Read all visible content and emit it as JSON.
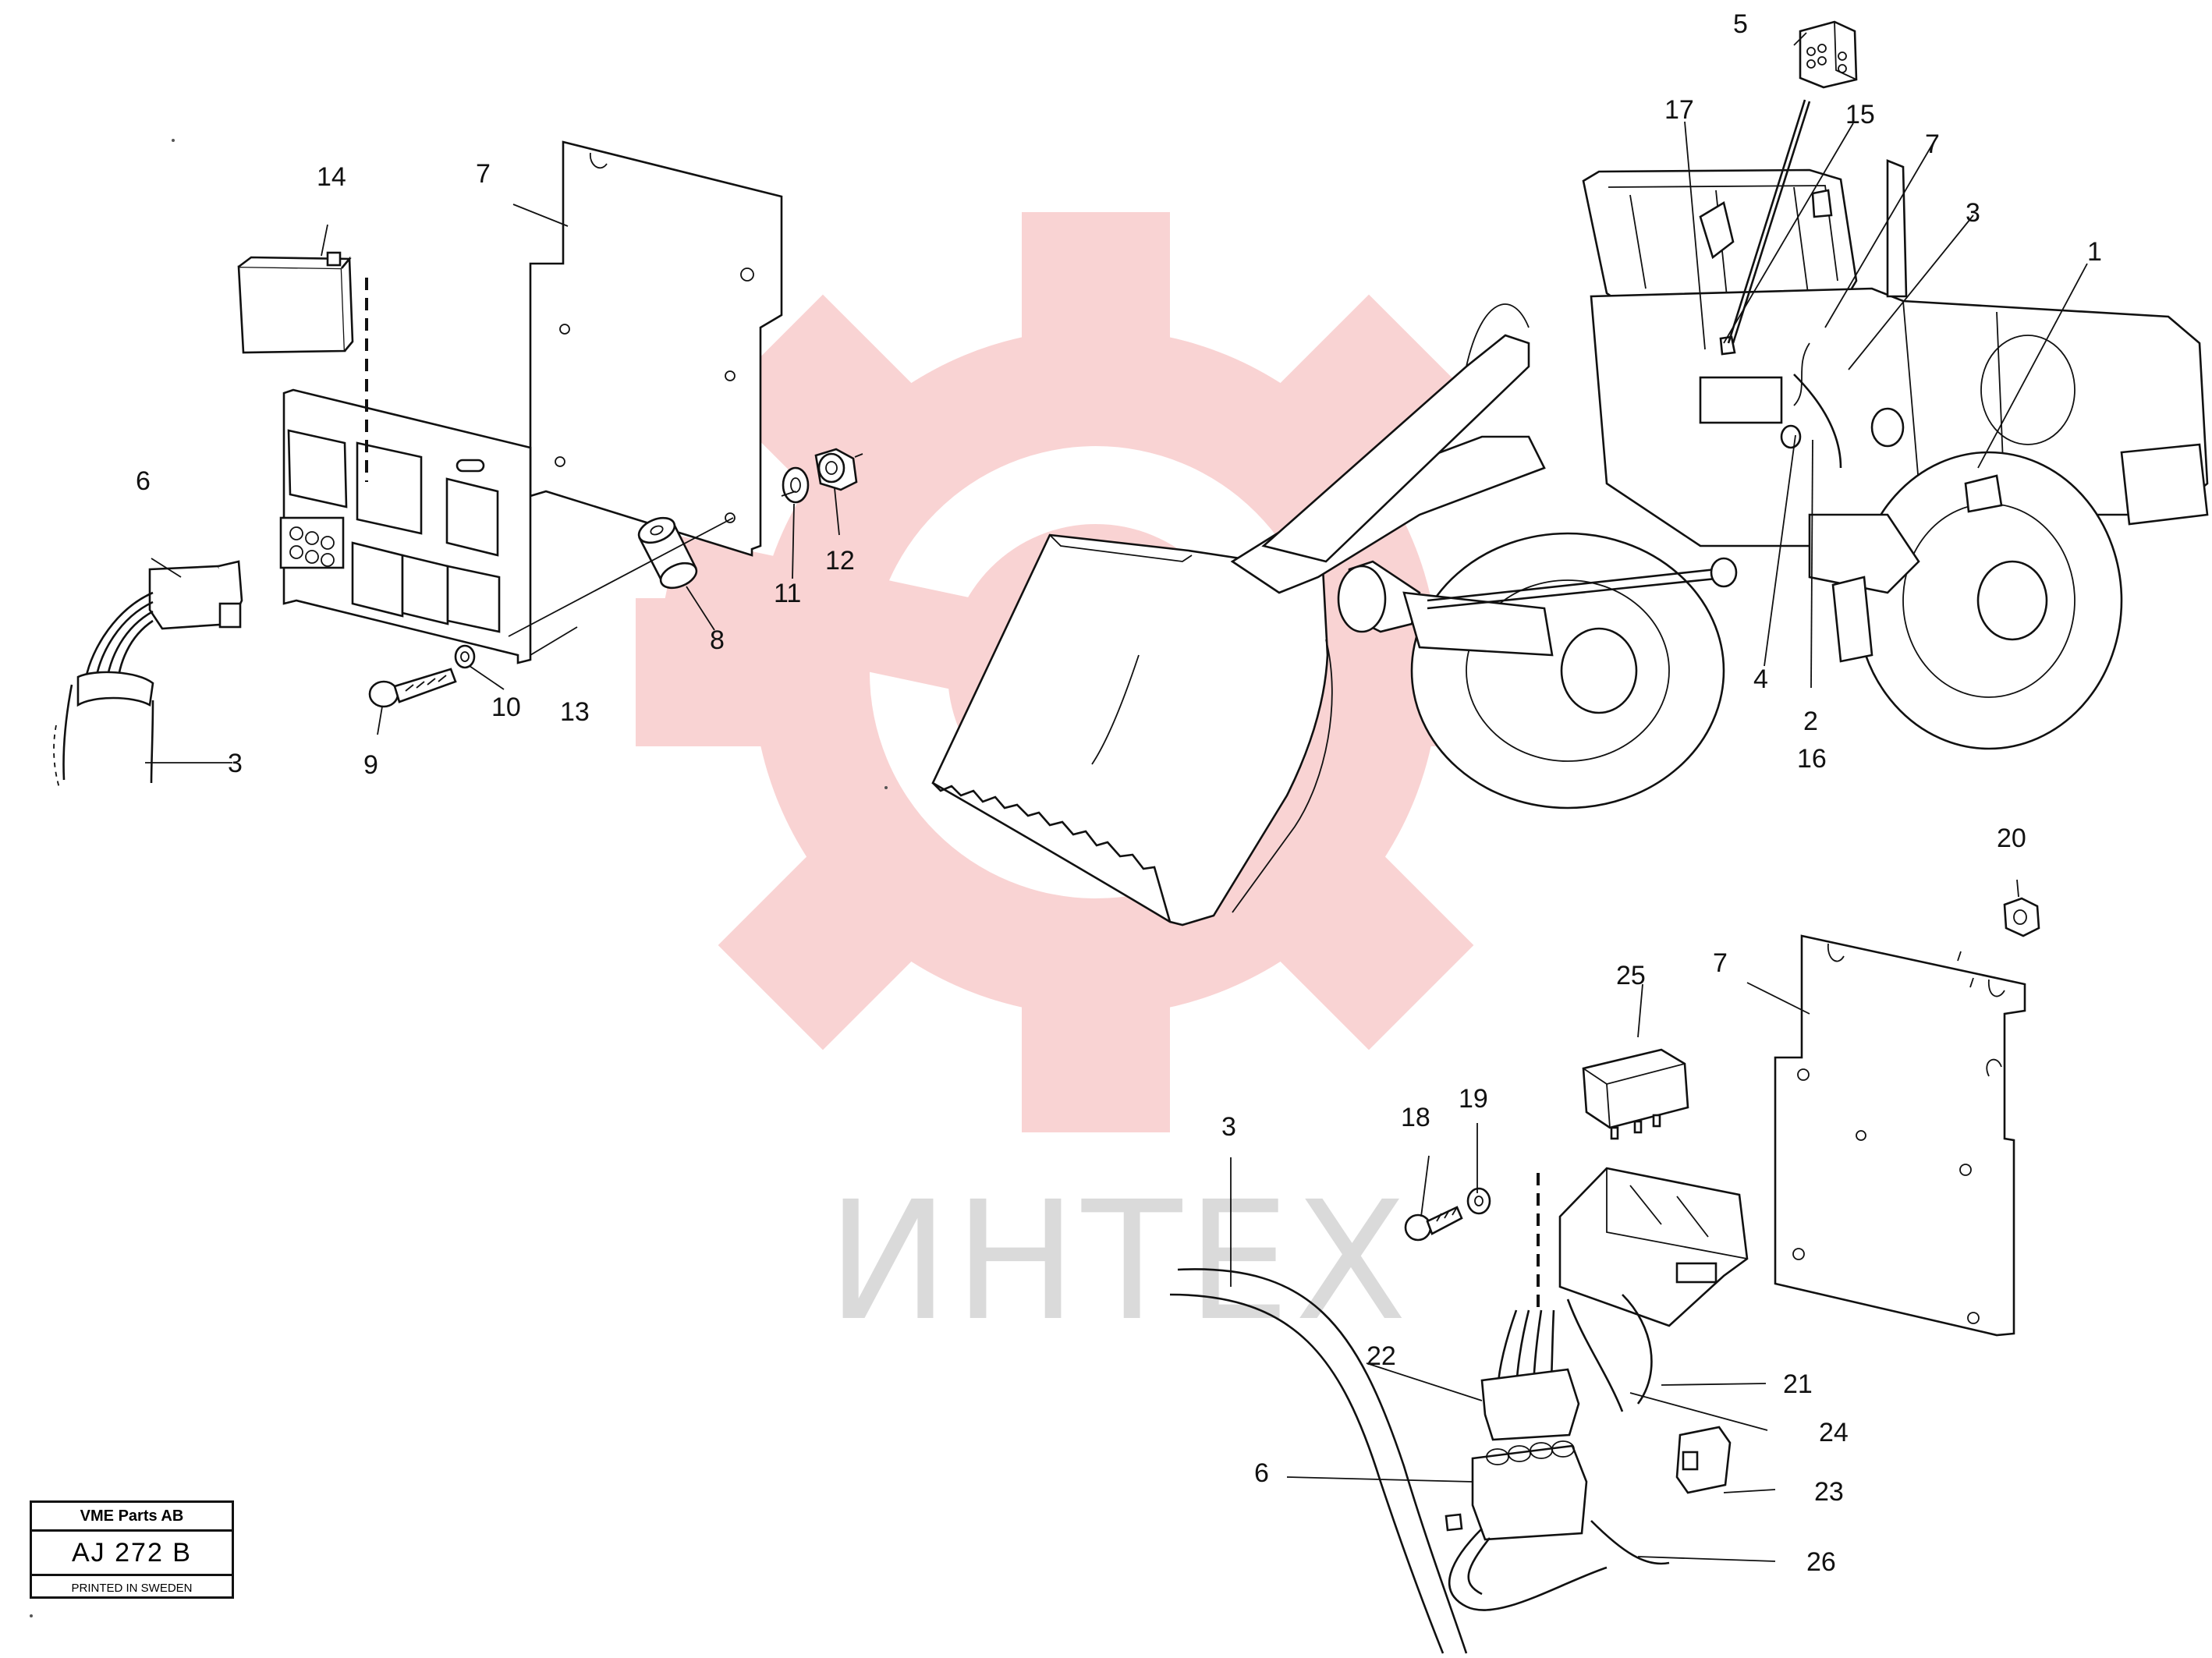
{
  "watermark": {
    "text": "ИНТЕХ",
    "gear_color": "#f4a9a9",
    "text_color": "#bdbdbd"
  },
  "callouts": {
    "c1": "1",
    "c2": "2",
    "c3a": "3",
    "c3b": "3",
    "c3c": "3",
    "c4": "4",
    "c5": "5",
    "c6a": "6",
    "c6b": "6",
    "c7a": "7",
    "c7b": "7",
    "c7c": "7",
    "c8": "8",
    "c9": "9",
    "c10": "10",
    "c11": "11",
    "c12": "12",
    "c13": "13",
    "c14": "14",
    "c15": "15",
    "c16": "16",
    "c17": "17",
    "c18": "18",
    "c19": "19",
    "c20": "20",
    "c21": "21",
    "c22": "22",
    "c23": "23",
    "c24": "24",
    "c25": "25",
    "c26": "26"
  },
  "title_block": {
    "company": "VME Parts AB",
    "code": "AJ 272 B",
    "printed": "PRINTED IN SWEDEN"
  }
}
